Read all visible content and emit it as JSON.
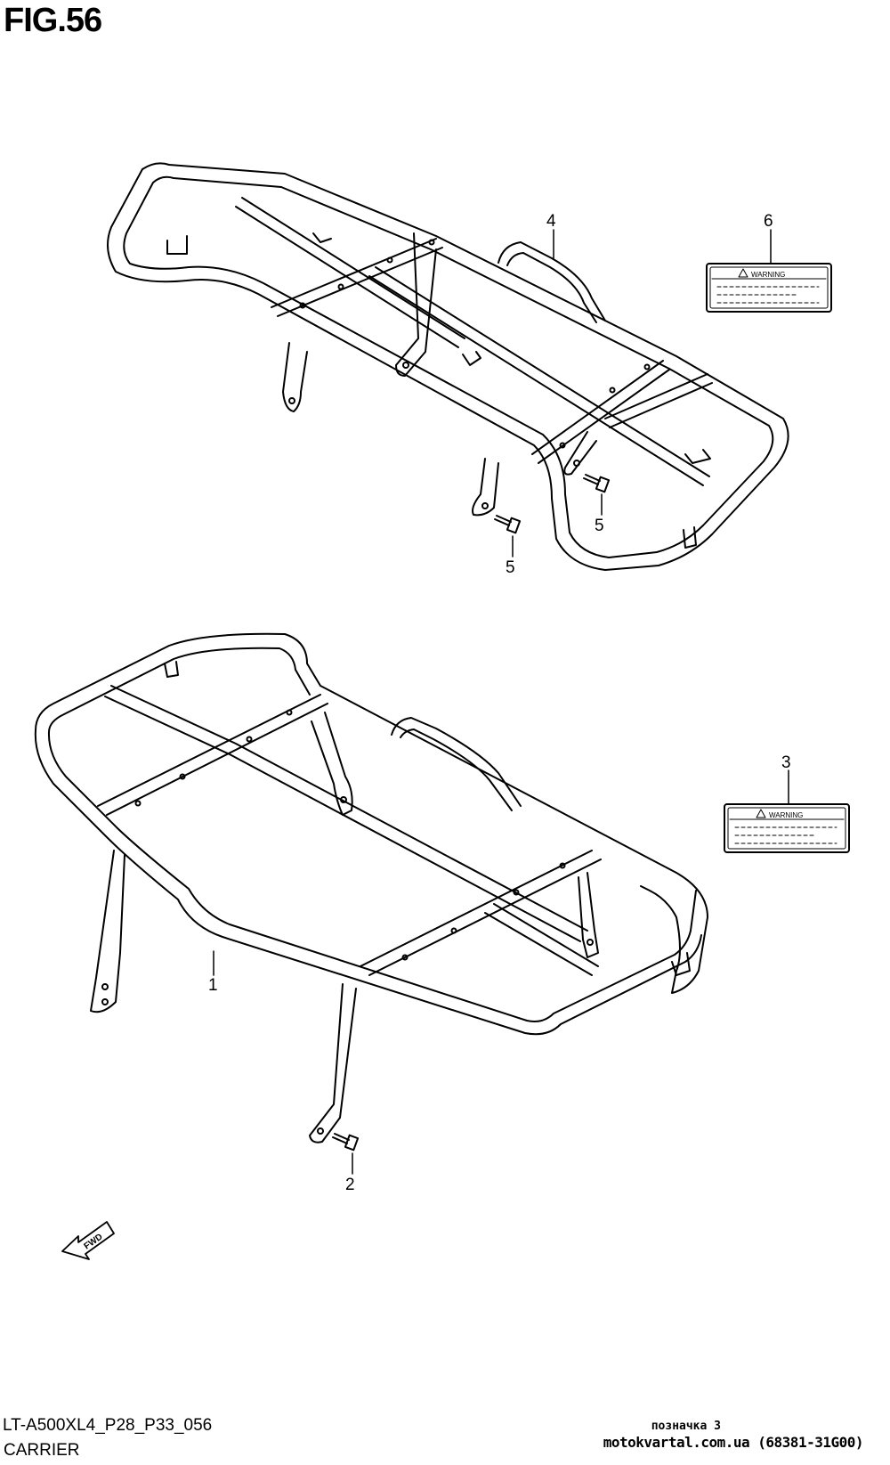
{
  "figure": {
    "title": "FIG.56"
  },
  "callouts": {
    "part_1": "1",
    "part_2": "2",
    "part_3": "3",
    "part_4": "4",
    "part_5a": "5",
    "part_5b": "5",
    "part_6": "6"
  },
  "labels": {
    "warning_text": "WARNING",
    "fwd_arrow": "FWD"
  },
  "footer": {
    "model_code": "LT-A500XL4_P28_P33_056",
    "section_name": "CARRIER",
    "watermark_mark": "позначка 3",
    "watermark_source": "motokvartal.com.ua (68381-31G00)"
  }
}
